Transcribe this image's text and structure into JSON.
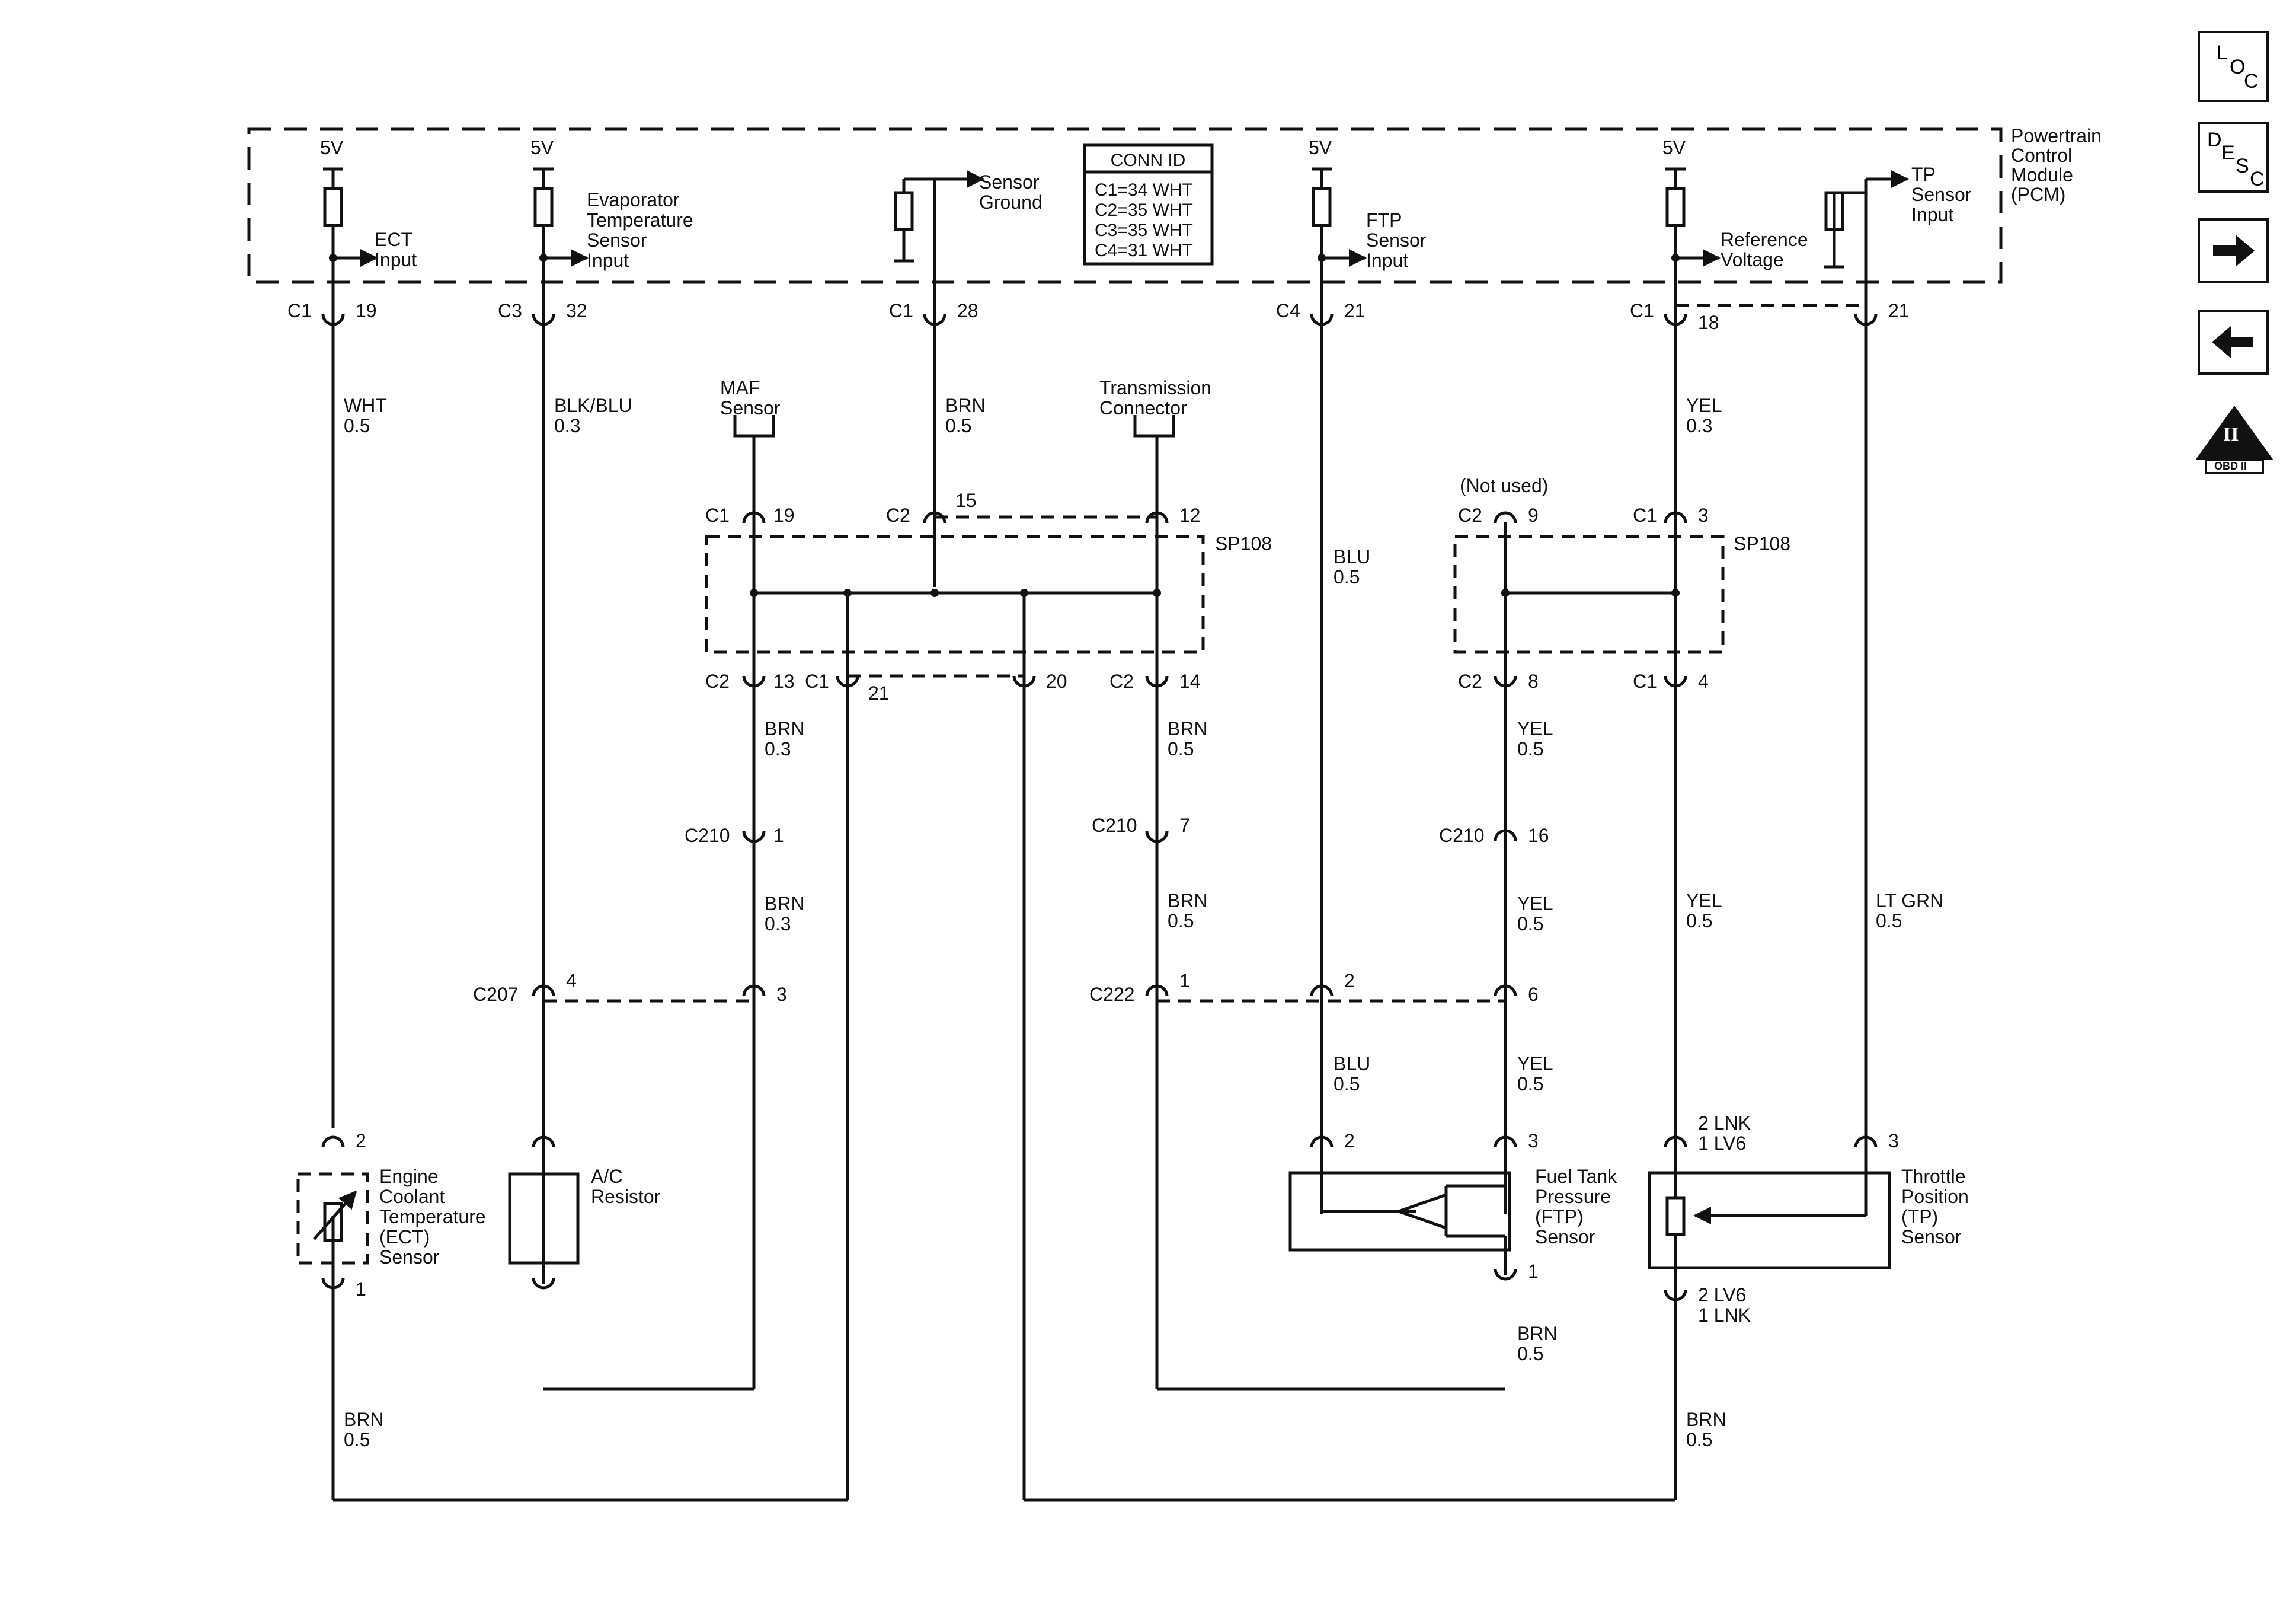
{
  "pcm": {
    "title_lines": [
      "Powertrain",
      "Control",
      "Module",
      "(PCM)"
    ],
    "supply_5v": "5V",
    "ect_input": [
      "ECT",
      "Input"
    ],
    "evap_input": [
      "Evaporator",
      "Temperature",
      "Sensor",
      "Input"
    ],
    "sensor_ground": [
      "Sensor",
      "Ground"
    ],
    "ftp_input": [
      "FTP",
      "Sensor",
      "Input"
    ],
    "reference_voltage": [
      "Reference",
      "Voltage"
    ],
    "tp_input": [
      "TP",
      "Sensor",
      "Input"
    ],
    "conn_id": {
      "title": "CONN ID",
      "rows": [
        "C1=34 WHT",
        "C2=35 WHT",
        "C3=35 WHT",
        "C4=31 WHT"
      ]
    }
  },
  "pcm_pins": [
    {
      "conn": "C1",
      "pin": "19"
    },
    {
      "conn": "C3",
      "pin": "32"
    },
    {
      "conn": "C1",
      "pin": "28"
    },
    {
      "conn": "C4",
      "pin": "21"
    },
    {
      "conn": "C1",
      "pin": "18"
    },
    {
      "conn": "",
      "pin": "21"
    }
  ],
  "wires": {
    "ect": [
      "WHT",
      "0.5"
    ],
    "evap": [
      "BLK/BLU",
      "0.3"
    ],
    "ground": [
      "BRN",
      "0.5"
    ],
    "ftp": [
      "BLU",
      "0.5"
    ],
    "ref": [
      "YEL",
      "0.3"
    ],
    "maf_brn": [
      "BRN",
      "0.3"
    ],
    "maf_brn2": [
      "BRN",
      "0.3"
    ],
    "trans_brn": [
      "BRN",
      "0.5"
    ],
    "trans_brn2": [
      "BRN",
      "0.5"
    ],
    "yel_a": [
      "YEL",
      "0.5"
    ],
    "yel_b": [
      "YEL",
      "0.5"
    ],
    "yel_c": [
      "YEL",
      "0.5"
    ],
    "ref_yel": [
      "YEL",
      "0.5"
    ],
    "tp_ltgrn": [
      "LT GRN",
      "0.5"
    ],
    "ftp_blu2": [
      "BLU",
      "0.5"
    ],
    "ect_brn": [
      "BRN",
      "0.5"
    ],
    "ftp_brn": [
      "BRN",
      "0.5"
    ],
    "tp_brn": [
      "BRN",
      "0.5"
    ]
  },
  "components": {
    "maf": [
      "MAF",
      "Sensor"
    ],
    "transmission": [
      "Transmission",
      "Connector"
    ],
    "not_used": "(Not used)",
    "splice_left": "SP108",
    "splice_right": "SP108",
    "ect_sensor": [
      "Engine",
      "Coolant",
      "Temperature",
      "(ECT)",
      "Sensor"
    ],
    "ac_resistor": [
      "A/C",
      "Resistor"
    ],
    "ftp_sensor": [
      "Fuel Tank",
      "Pressure",
      "(FTP)",
      "Sensor"
    ],
    "tp_sensor": [
      "Throttle",
      "Position",
      "(TP)",
      "Sensor"
    ]
  },
  "connectors": {
    "sp_left_top": [
      {
        "conn": "C1",
        "pin": "19"
      },
      {
        "conn": "C2",
        "pin": "15"
      },
      {
        "conn": "",
        "pin": "12"
      }
    ],
    "sp_left_bottom": [
      {
        "conn": "C2",
        "pin": "13"
      },
      {
        "conn": "C1",
        "pin": "21"
      },
      {
        "conn": "",
        "pin": "20"
      },
      {
        "conn": "C2",
        "pin": "14"
      }
    ],
    "sp_right_top": [
      {
        "conn": "C2",
        "pin": "9"
      },
      {
        "conn": "C1",
        "pin": "3"
      }
    ],
    "sp_right_bottom": [
      {
        "conn": "C2",
        "pin": "8"
      },
      {
        "conn": "C1",
        "pin": "4"
      }
    ],
    "c210": [
      {
        "conn": "C210",
        "pin": "1"
      },
      {
        "conn": "C210",
        "pin": "7"
      },
      {
        "conn": "C210",
        "pin": "16"
      }
    ],
    "c207": [
      {
        "conn": "C207",
        "pin": "4"
      },
      {
        "conn": "",
        "pin": "3"
      }
    ],
    "c222": [
      {
        "conn": "C222",
        "pin": "1"
      },
      {
        "conn": "",
        "pin": "2"
      },
      {
        "conn": "",
        "pin": "6"
      }
    ],
    "ect_pins": [
      "2",
      "1"
    ],
    "ftp_pins": [
      "2",
      "3",
      "1"
    ],
    "tp_top": [
      "2 LNK",
      "1 LV6"
    ],
    "tp_pin3": "3",
    "tp_bottom": [
      "2 LV6",
      "1 LNK"
    ]
  },
  "nav": {
    "loc": [
      "L",
      "O",
      "C"
    ],
    "desc": [
      "D",
      "E",
      "S",
      "C"
    ],
    "forward_icon": "arrow-right",
    "back_icon": "arrow-left",
    "obd": [
      "II",
      "OBD II"
    ]
  }
}
